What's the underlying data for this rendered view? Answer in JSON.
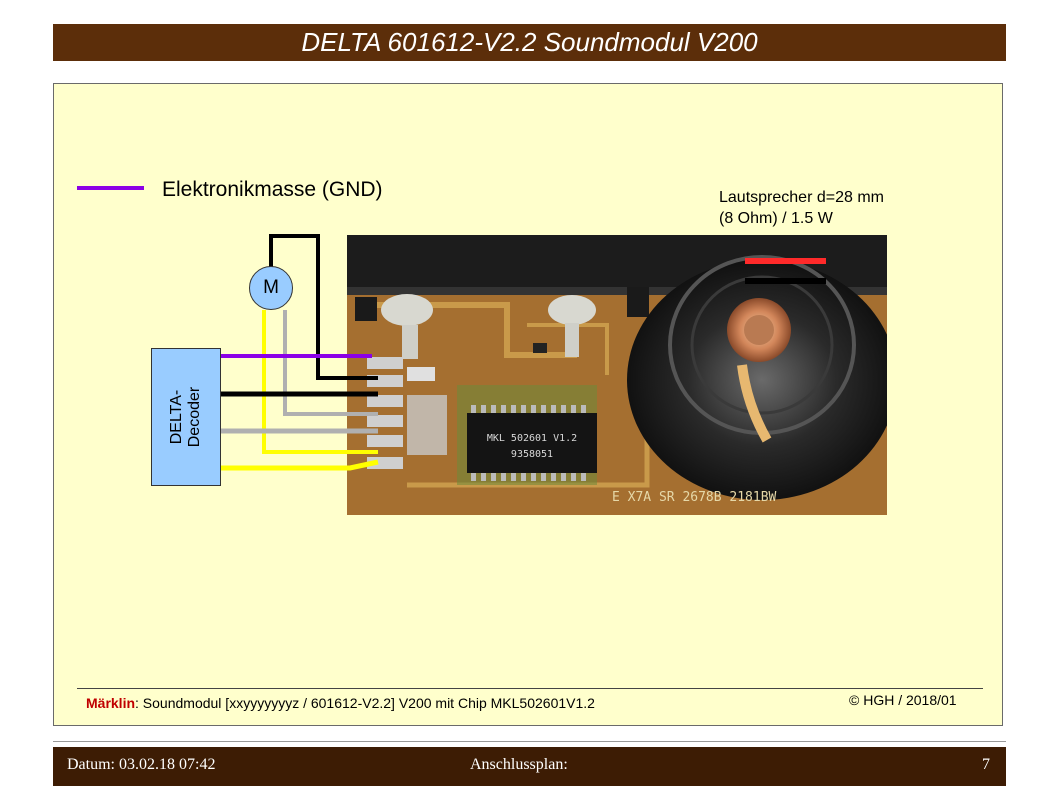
{
  "header": {
    "title": "DELTA 601612-V2.2 Soundmodul V200"
  },
  "legend": {
    "gnd_label": "Elektronikmasse (GND)",
    "gnd_color": "#8b00e6"
  },
  "speaker": {
    "line1": "Lautsprecher d=28 mm",
    "line2": "(8 Ohm) / 1.5 W"
  },
  "decoder": {
    "label_line1": "DELTA-",
    "label_line2": "Decoder"
  },
  "motor": {
    "label": "M"
  },
  "chip": {
    "line1": "MKL 502601 V1.2",
    "line2": "9358051"
  },
  "pcb": {
    "marking": "E  X7A  SR  2678B  2181BW"
  },
  "wire_colors": {
    "purple": "#8b00e6",
    "black": "#000000",
    "grey": "#b0b0b0",
    "yellow": "#ffff00",
    "red": "#ff2a2a"
  },
  "caption": {
    "brand": "Märklin",
    "text": ": Soundmodul [xxyyyyyyyz / 601612-V2.2] V200 mit Chip MKL502601V1.2",
    "copyright": "© HGH / 2018/01"
  },
  "footer": {
    "date": "Datum: 03.02.18 07:42",
    "middle": "Anschlussplan:",
    "page": "7"
  }
}
